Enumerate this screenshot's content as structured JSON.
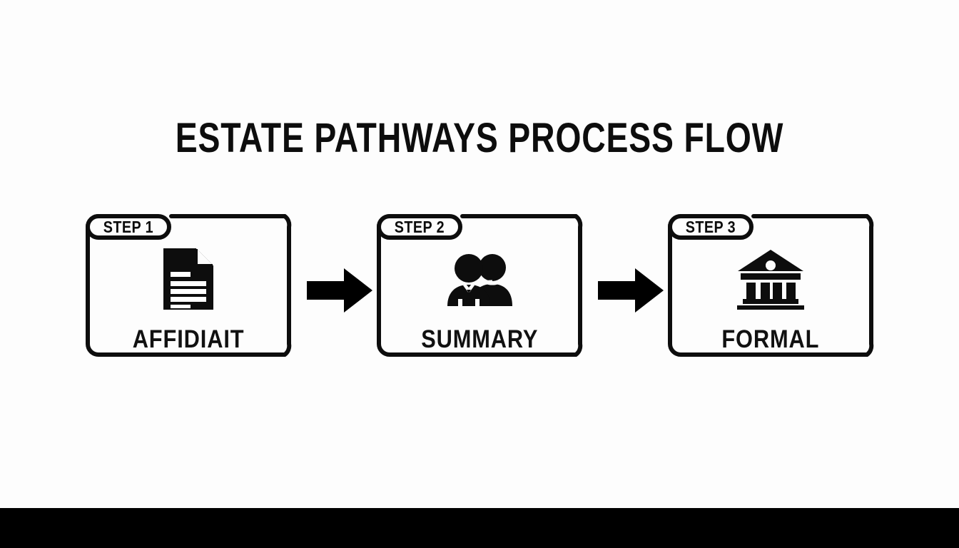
{
  "page": {
    "title": "ESTATE PATHWAYS PROCESS FLOW",
    "background_color": "#fdfdfd",
    "ink_color": "#0d0d0d",
    "bottom_bar_color": "#000000"
  },
  "flow": {
    "steps": [
      {
        "badge": "STEP 1",
        "label": "AFFIDIAIT",
        "icon": "document-icon"
      },
      {
        "badge": "STEP 2",
        "label": "SUMMARY",
        "icon": "people-icon"
      },
      {
        "badge": "STEP 3",
        "label": "FORMAL",
        "icon": "bank-icon"
      }
    ],
    "connectors": [
      {
        "icon": "arrow-right-icon"
      },
      {
        "icon": "arrow-right-icon"
      }
    ]
  }
}
